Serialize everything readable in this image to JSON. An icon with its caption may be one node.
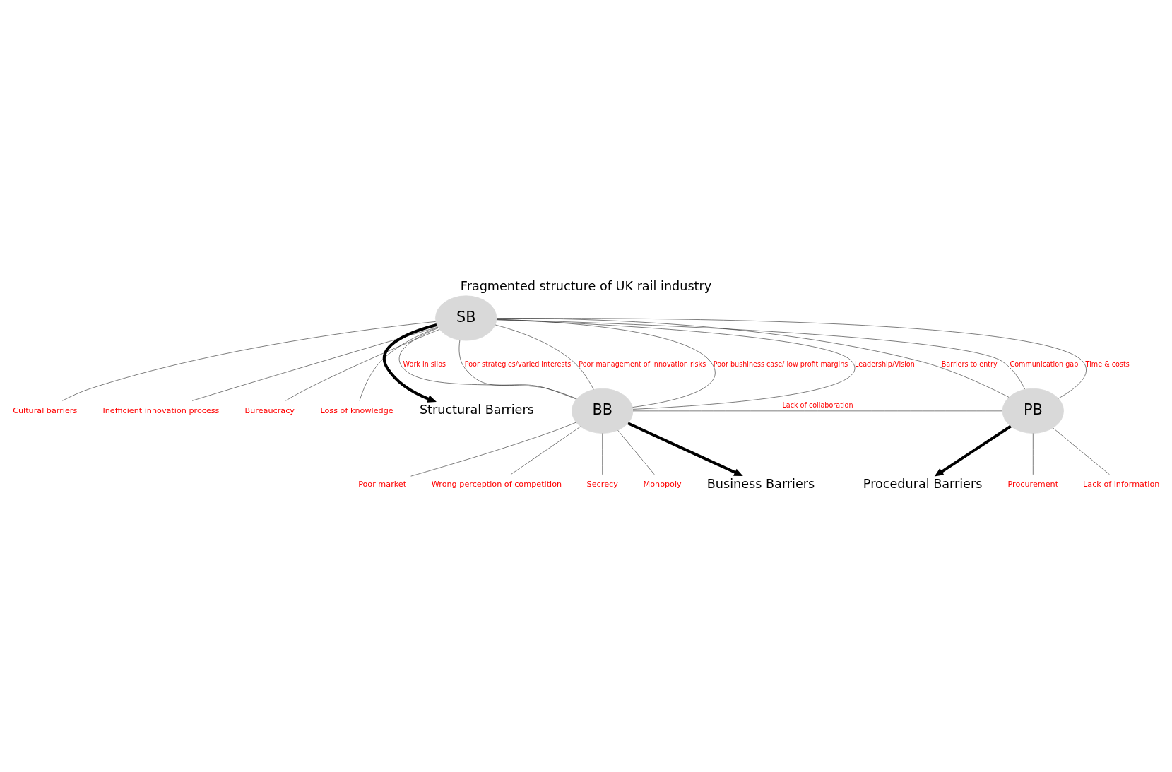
{
  "diagram": {
    "title": "Fragmented structure of UK rail industry",
    "nodes": [
      {
        "text": [
          "Cultural barriers"
        ]
      },
      {
        "text": [
          "Inefficient innovation process"
        ]
      },
      {
        "text": [
          "Bureaucracy"
        ]
      },
      {
        "text": [
          "Loss of knowledge"
        ]
      },
      {
        "text": [
          "SB"
        ]
      },
      {
        "text": [
          "Structural Barriers"
        ]
      },
      {
        "text": [
          "Procurement"
        ]
      },
      {
        "text": [
          "PB"
        ]
      },
      {
        "text": [
          "Poor market"
        ]
      },
      {
        "text": [
          "BB"
        ]
      },
      {
        "text": [
          "Lack of information"
        ]
      },
      {
        "text": [
          "Wrong perception of competition"
        ]
      },
      {
        "text": [
          "Secrecy"
        ]
      },
      {
        "text": [
          "Monopoly"
        ]
      },
      {
        "text": [
          "Business Barriers"
        ]
      },
      {
        "text": [
          "Procedural Barriers"
        ]
      }
    ],
    "edges": [
      {
        "from": 4,
        "to": 5,
        "arrow": "to",
        "style": "thick"
      },
      {
        "from": 9,
        "to": 14,
        "arrow": "to",
        "style": "thick"
      },
      {
        "from": 7,
        "to": 15,
        "arrow": "to",
        "style": "thick"
      },
      {
        "from": 4,
        "to": 9,
        "arrow": "none",
        "label": "Work in silos"
      },
      {
        "from": 4,
        "to": 9,
        "arrow": "none",
        "label": "Poor strategies/varied interests"
      },
      {
        "from": 4,
        "to": 9,
        "arrow": "none",
        "label": "Poor management of innovation risks"
      },
      {
        "from": 4,
        "to": 9,
        "arrow": "none",
        "label": "Poor bushiness case/ low profit margins"
      },
      {
        "from": 4,
        "to": 9,
        "arrow": "none",
        "label": "Leadership/Vision"
      },
      {
        "from": 4,
        "to": 7,
        "arrow": "none",
        "label": "Barriers to entry"
      },
      {
        "from": 4,
        "to": 7,
        "arrow": "none",
        "label": "Communication gap"
      },
      {
        "from": 4,
        "to": 7,
        "arrow": "none",
        "label": "Time & costs"
      },
      {
        "from": 9,
        "to": 7,
        "arrow": "none",
        "label": "Lack of collaboration"
      },
      {
        "from": 4,
        "to": 0,
        "arrow": "none"
      },
      {
        "from": 4,
        "to": 1,
        "arrow": "none"
      },
      {
        "from": 4,
        "to": 2,
        "arrow": "none"
      },
      {
        "from": 4,
        "to": 3,
        "arrow": "none"
      },
      {
        "from": 9,
        "to": 8,
        "arrow": "none"
      },
      {
        "from": 9,
        "to": 11,
        "arrow": "none"
      },
      {
        "from": 9,
        "to": 12,
        "arrow": "none"
      },
      {
        "from": 9,
        "to": 13,
        "arrow": "none"
      },
      {
        "from": 7,
        "to": 6,
        "arrow": "none"
      },
      {
        "from": 7,
        "to": 10,
        "arrow": "none"
      }
    ]
  }
}
